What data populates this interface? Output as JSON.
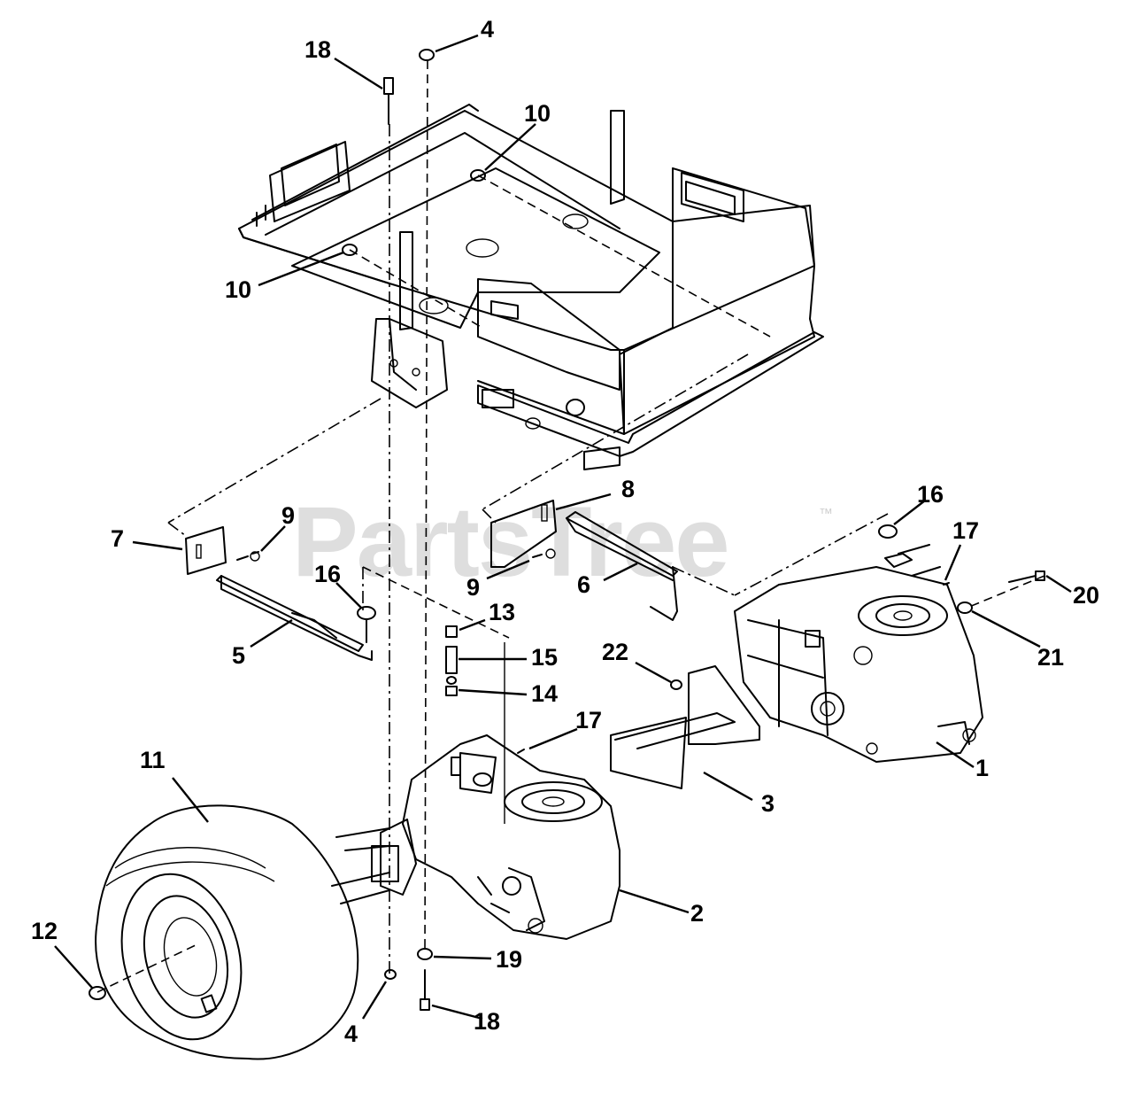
{
  "watermark": {
    "text": "PartsTree",
    "tm": "™"
  },
  "callouts": [
    {
      "id": "c-18-top",
      "label": "18"
    },
    {
      "id": "c-4-top",
      "label": "4"
    },
    {
      "id": "c-10-upper",
      "label": "10"
    },
    {
      "id": "c-10-left",
      "label": "10"
    },
    {
      "id": "c-8",
      "label": "8"
    },
    {
      "id": "c-16-right",
      "label": "16"
    },
    {
      "id": "c-17-right",
      "label": "17"
    },
    {
      "id": "c-20",
      "label": "20"
    },
    {
      "id": "c-21",
      "label": "21"
    },
    {
      "id": "c-7",
      "label": "7"
    },
    {
      "id": "c-9-left",
      "label": "9"
    },
    {
      "id": "c-16-left",
      "label": "16"
    },
    {
      "id": "c-5",
      "label": "5"
    },
    {
      "id": "c-9-mid",
      "label": "9"
    },
    {
      "id": "c-6",
      "label": "6"
    },
    {
      "id": "c-13",
      "label": "13"
    },
    {
      "id": "c-15",
      "label": "15"
    },
    {
      "id": "c-14",
      "label": "14"
    },
    {
      "id": "c-22",
      "label": "22"
    },
    {
      "id": "c-17-mid",
      "label": "17"
    },
    {
      "id": "c-1",
      "label": "1"
    },
    {
      "id": "c-3",
      "label": "3"
    },
    {
      "id": "c-11",
      "label": "11"
    },
    {
      "id": "c-2",
      "label": "2"
    },
    {
      "id": "c-12",
      "label": "12"
    },
    {
      "id": "c-19",
      "label": "19"
    },
    {
      "id": "c-18-bottom",
      "label": "18"
    },
    {
      "id": "c-4-bottom",
      "label": "4"
    }
  ]
}
